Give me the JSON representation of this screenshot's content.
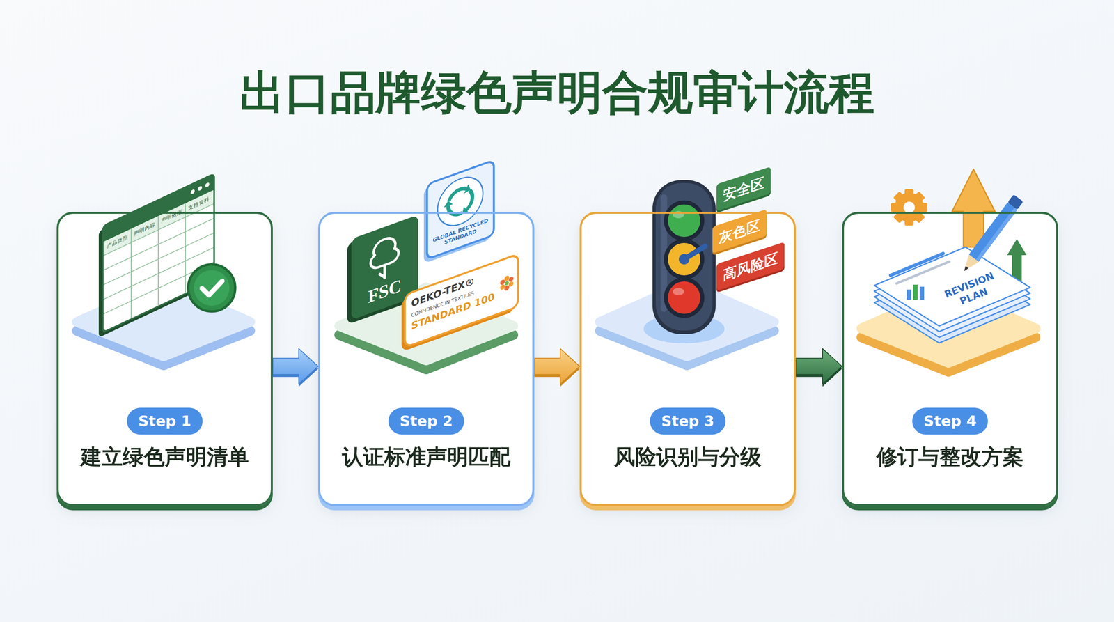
{
  "diagram": {
    "title": "出口品牌绿色声明合规审计流程",
    "nodes": [
      {
        "text": [
          "建立绿色声明清单"
        ]
      },
      {
        "text": [
          "Step 1"
        ],
        "in": 0
      },
      {
        "text": [
          "认证标准声明匹配"
        ]
      },
      {
        "text": [
          "Step 2"
        ],
        "in": 2
      },
      {
        "text": [
          "风险识别与分级"
        ]
      },
      {
        "text": [
          "Step 3"
        ],
        "in": 4
      },
      {
        "text": [
          "安全区"
        ]
      },
      {
        "text": [
          "灰色区"
        ]
      },
      {
        "text": [
          "高风险区"
        ]
      },
      {
        "text": [
          "修订与整改方案"
        ]
      },
      {
        "text": [
          "Step 4"
        ],
        "in": 9
      }
    ],
    "edges": [
      {
        "from": 0,
        "to": 2,
        "arrow": "to"
      },
      {
        "from": 2,
        "to": 4,
        "arrow": "to"
      },
      {
        "from": 4,
        "to": 9,
        "arrow": "to"
      }
    ],
    "labels": [
      "产品类型",
      "声明内容",
      "声明依据",
      "支持资料",
      "FSC",
      "GLOBAL RECYCLED STANDARD",
      "OEKO-TEX®",
      "CONFIDENCE IN TEXTILES",
      "STANDARD 100",
      "REVISION PLAN"
    ]
  }
}
